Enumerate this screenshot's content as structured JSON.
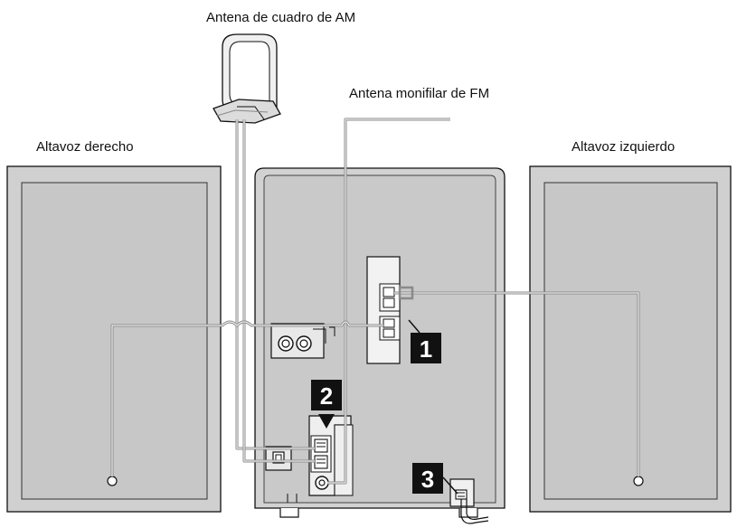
{
  "labels": {
    "am_antenna": "Antena de cuadro de AM",
    "fm_antenna": "Antena monifilar de FM",
    "speaker_right": "Altavoz derecho",
    "speaker_left": "Altavoz izquierdo"
  },
  "steps": [
    "1",
    "2",
    "3"
  ],
  "colors": {
    "panel": "#cfcfcf",
    "panel_inner": "#c6c6c6",
    "wire": "#8a8a8a",
    "badge": "#111111",
    "line": "#111111"
  }
}
